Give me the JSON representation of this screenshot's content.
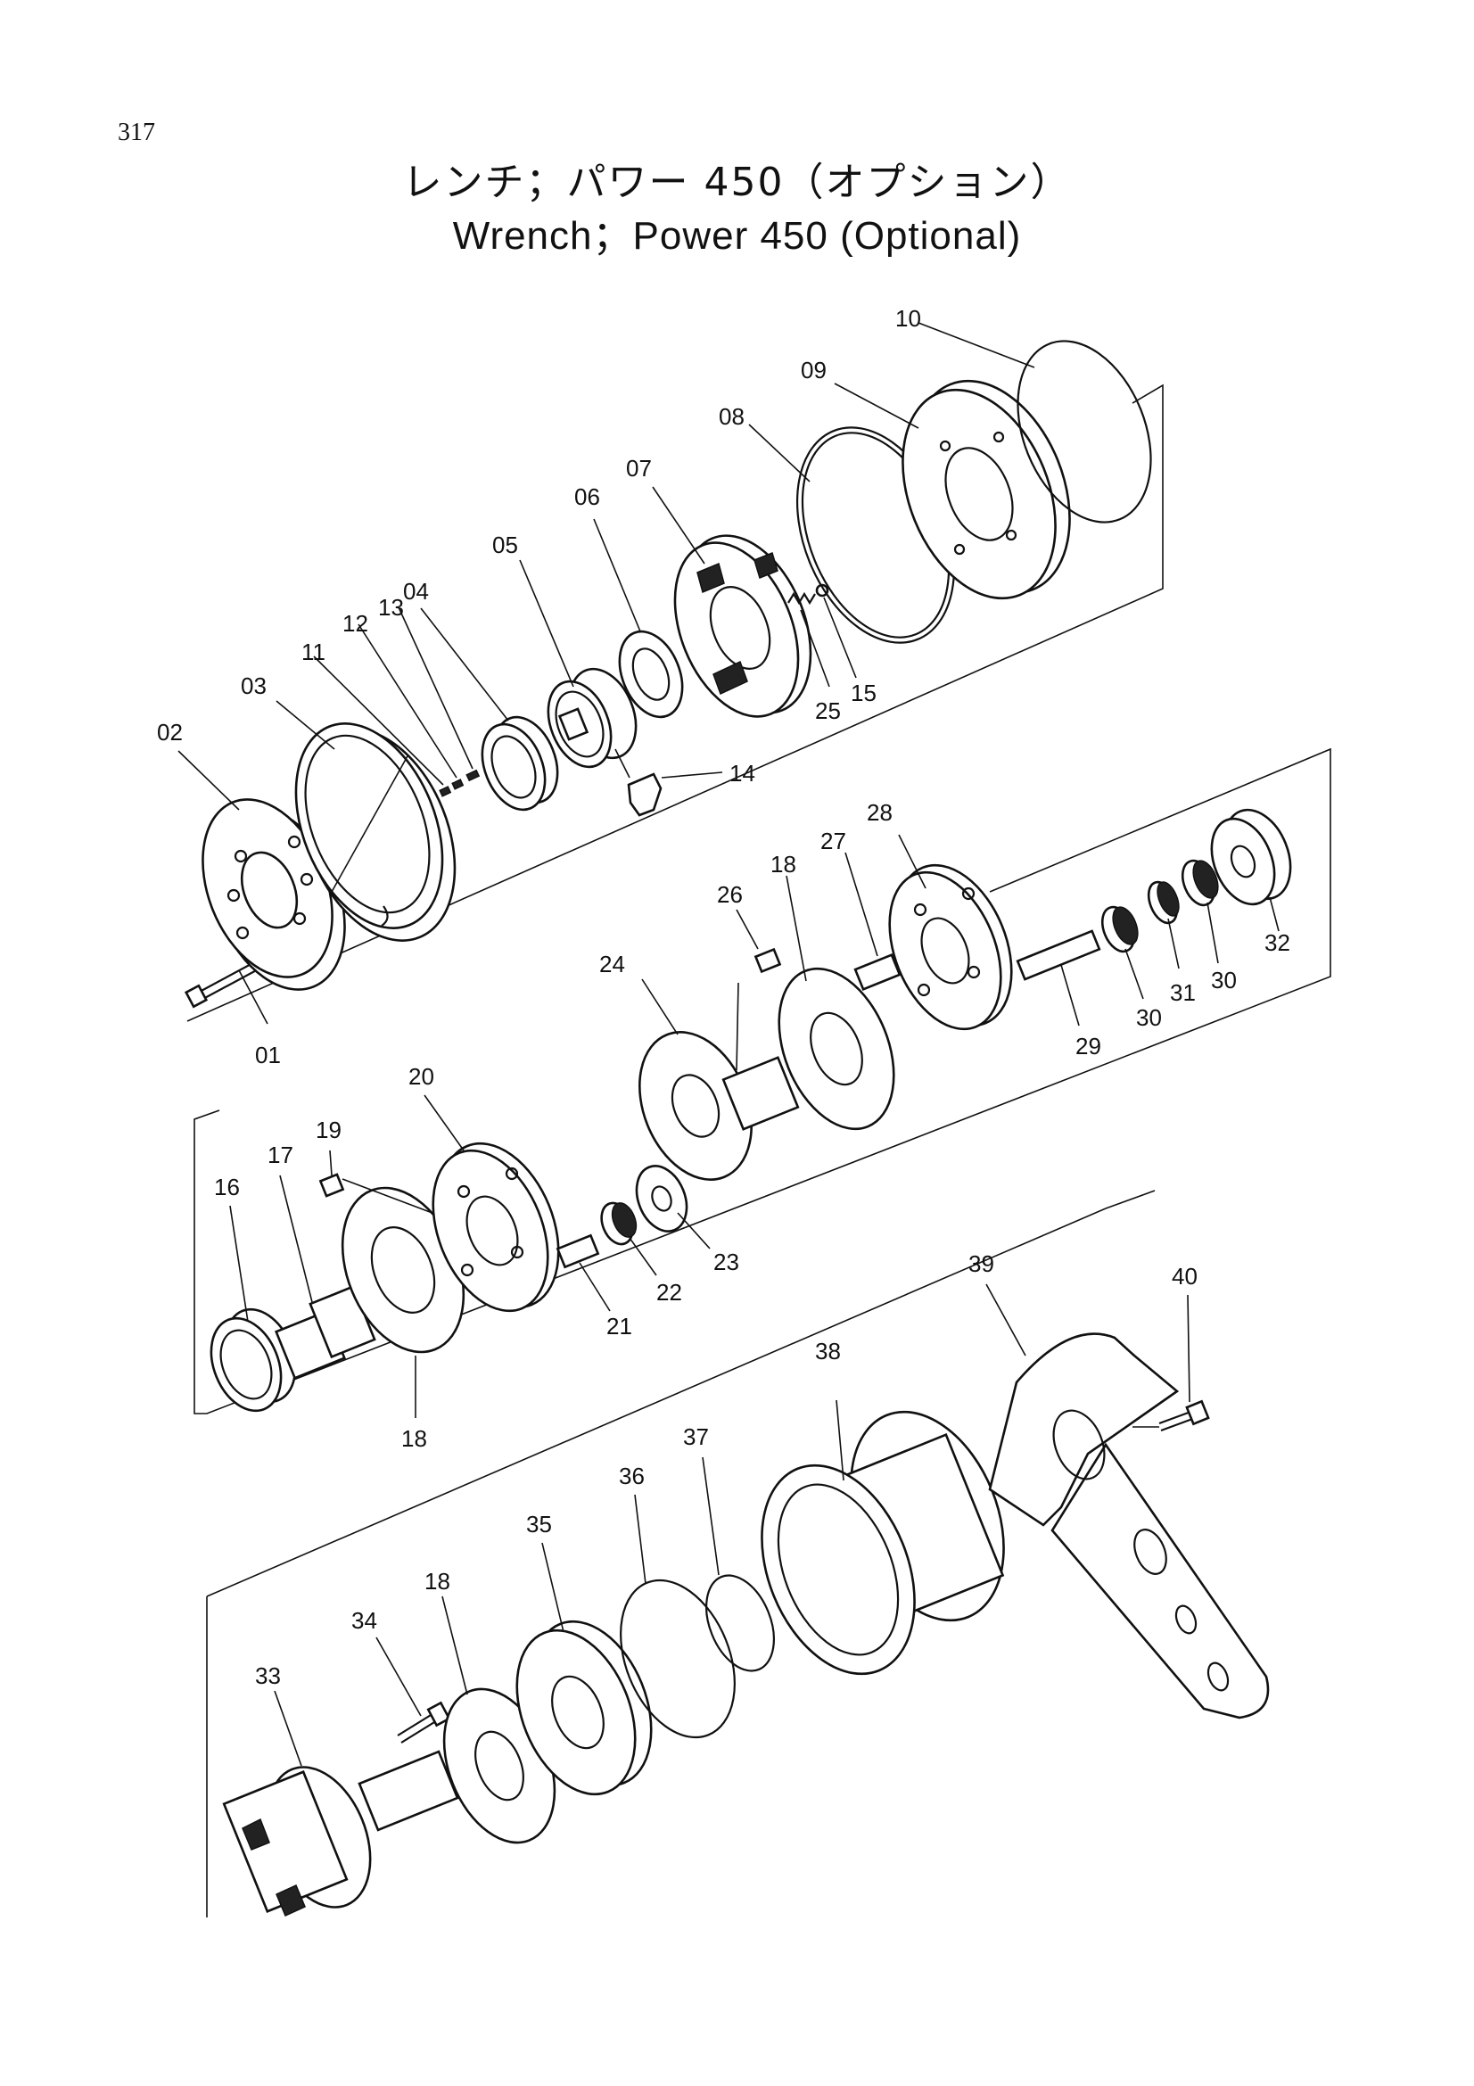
{
  "page": {
    "number": "317"
  },
  "title": {
    "japanese": "レンチ；パワー 450（オプション）",
    "english": "Wrench；Power 450 (Optional)"
  },
  "parts": [
    {
      "id": "p01",
      "label": "01"
    },
    {
      "id": "p02",
      "label": "02"
    },
    {
      "id": "p03",
      "label": "03"
    },
    {
      "id": "p04",
      "label": "04"
    },
    {
      "id": "p05",
      "label": "05"
    },
    {
      "id": "p06",
      "label": "06"
    },
    {
      "id": "p07",
      "label": "07"
    },
    {
      "id": "p08",
      "label": "08"
    },
    {
      "id": "p09",
      "label": "09"
    },
    {
      "id": "p10",
      "label": "10"
    },
    {
      "id": "p11",
      "label": "11"
    },
    {
      "id": "p12",
      "label": "12"
    },
    {
      "id": "p13",
      "label": "13"
    },
    {
      "id": "p14",
      "label": "14"
    },
    {
      "id": "p15",
      "label": "15"
    },
    {
      "id": "p16",
      "label": "16"
    },
    {
      "id": "p17",
      "label": "17"
    },
    {
      "id": "p18a",
      "label": "18"
    },
    {
      "id": "p18b",
      "label": "18"
    },
    {
      "id": "p18c",
      "label": "18"
    },
    {
      "id": "p19",
      "label": "19"
    },
    {
      "id": "p20",
      "label": "20"
    },
    {
      "id": "p21",
      "label": "21"
    },
    {
      "id": "p22",
      "label": "22"
    },
    {
      "id": "p23",
      "label": "23"
    },
    {
      "id": "p24",
      "label": "24"
    },
    {
      "id": "p25",
      "label": "25"
    },
    {
      "id": "p26",
      "label": "26"
    },
    {
      "id": "p27",
      "label": "27"
    },
    {
      "id": "p28",
      "label": "28"
    },
    {
      "id": "p29",
      "label": "29"
    },
    {
      "id": "p30a",
      "label": "30"
    },
    {
      "id": "p30b",
      "label": "30"
    },
    {
      "id": "p31",
      "label": "31"
    },
    {
      "id": "p32",
      "label": "32"
    },
    {
      "id": "p33",
      "label": "33"
    },
    {
      "id": "p34",
      "label": "34"
    },
    {
      "id": "p35",
      "label": "35"
    },
    {
      "id": "p36",
      "label": "36"
    },
    {
      "id": "p37",
      "label": "37"
    },
    {
      "id": "p38",
      "label": "38"
    },
    {
      "id": "p39",
      "label": "39"
    },
    {
      "id": "p40",
      "label": "40"
    }
  ]
}
